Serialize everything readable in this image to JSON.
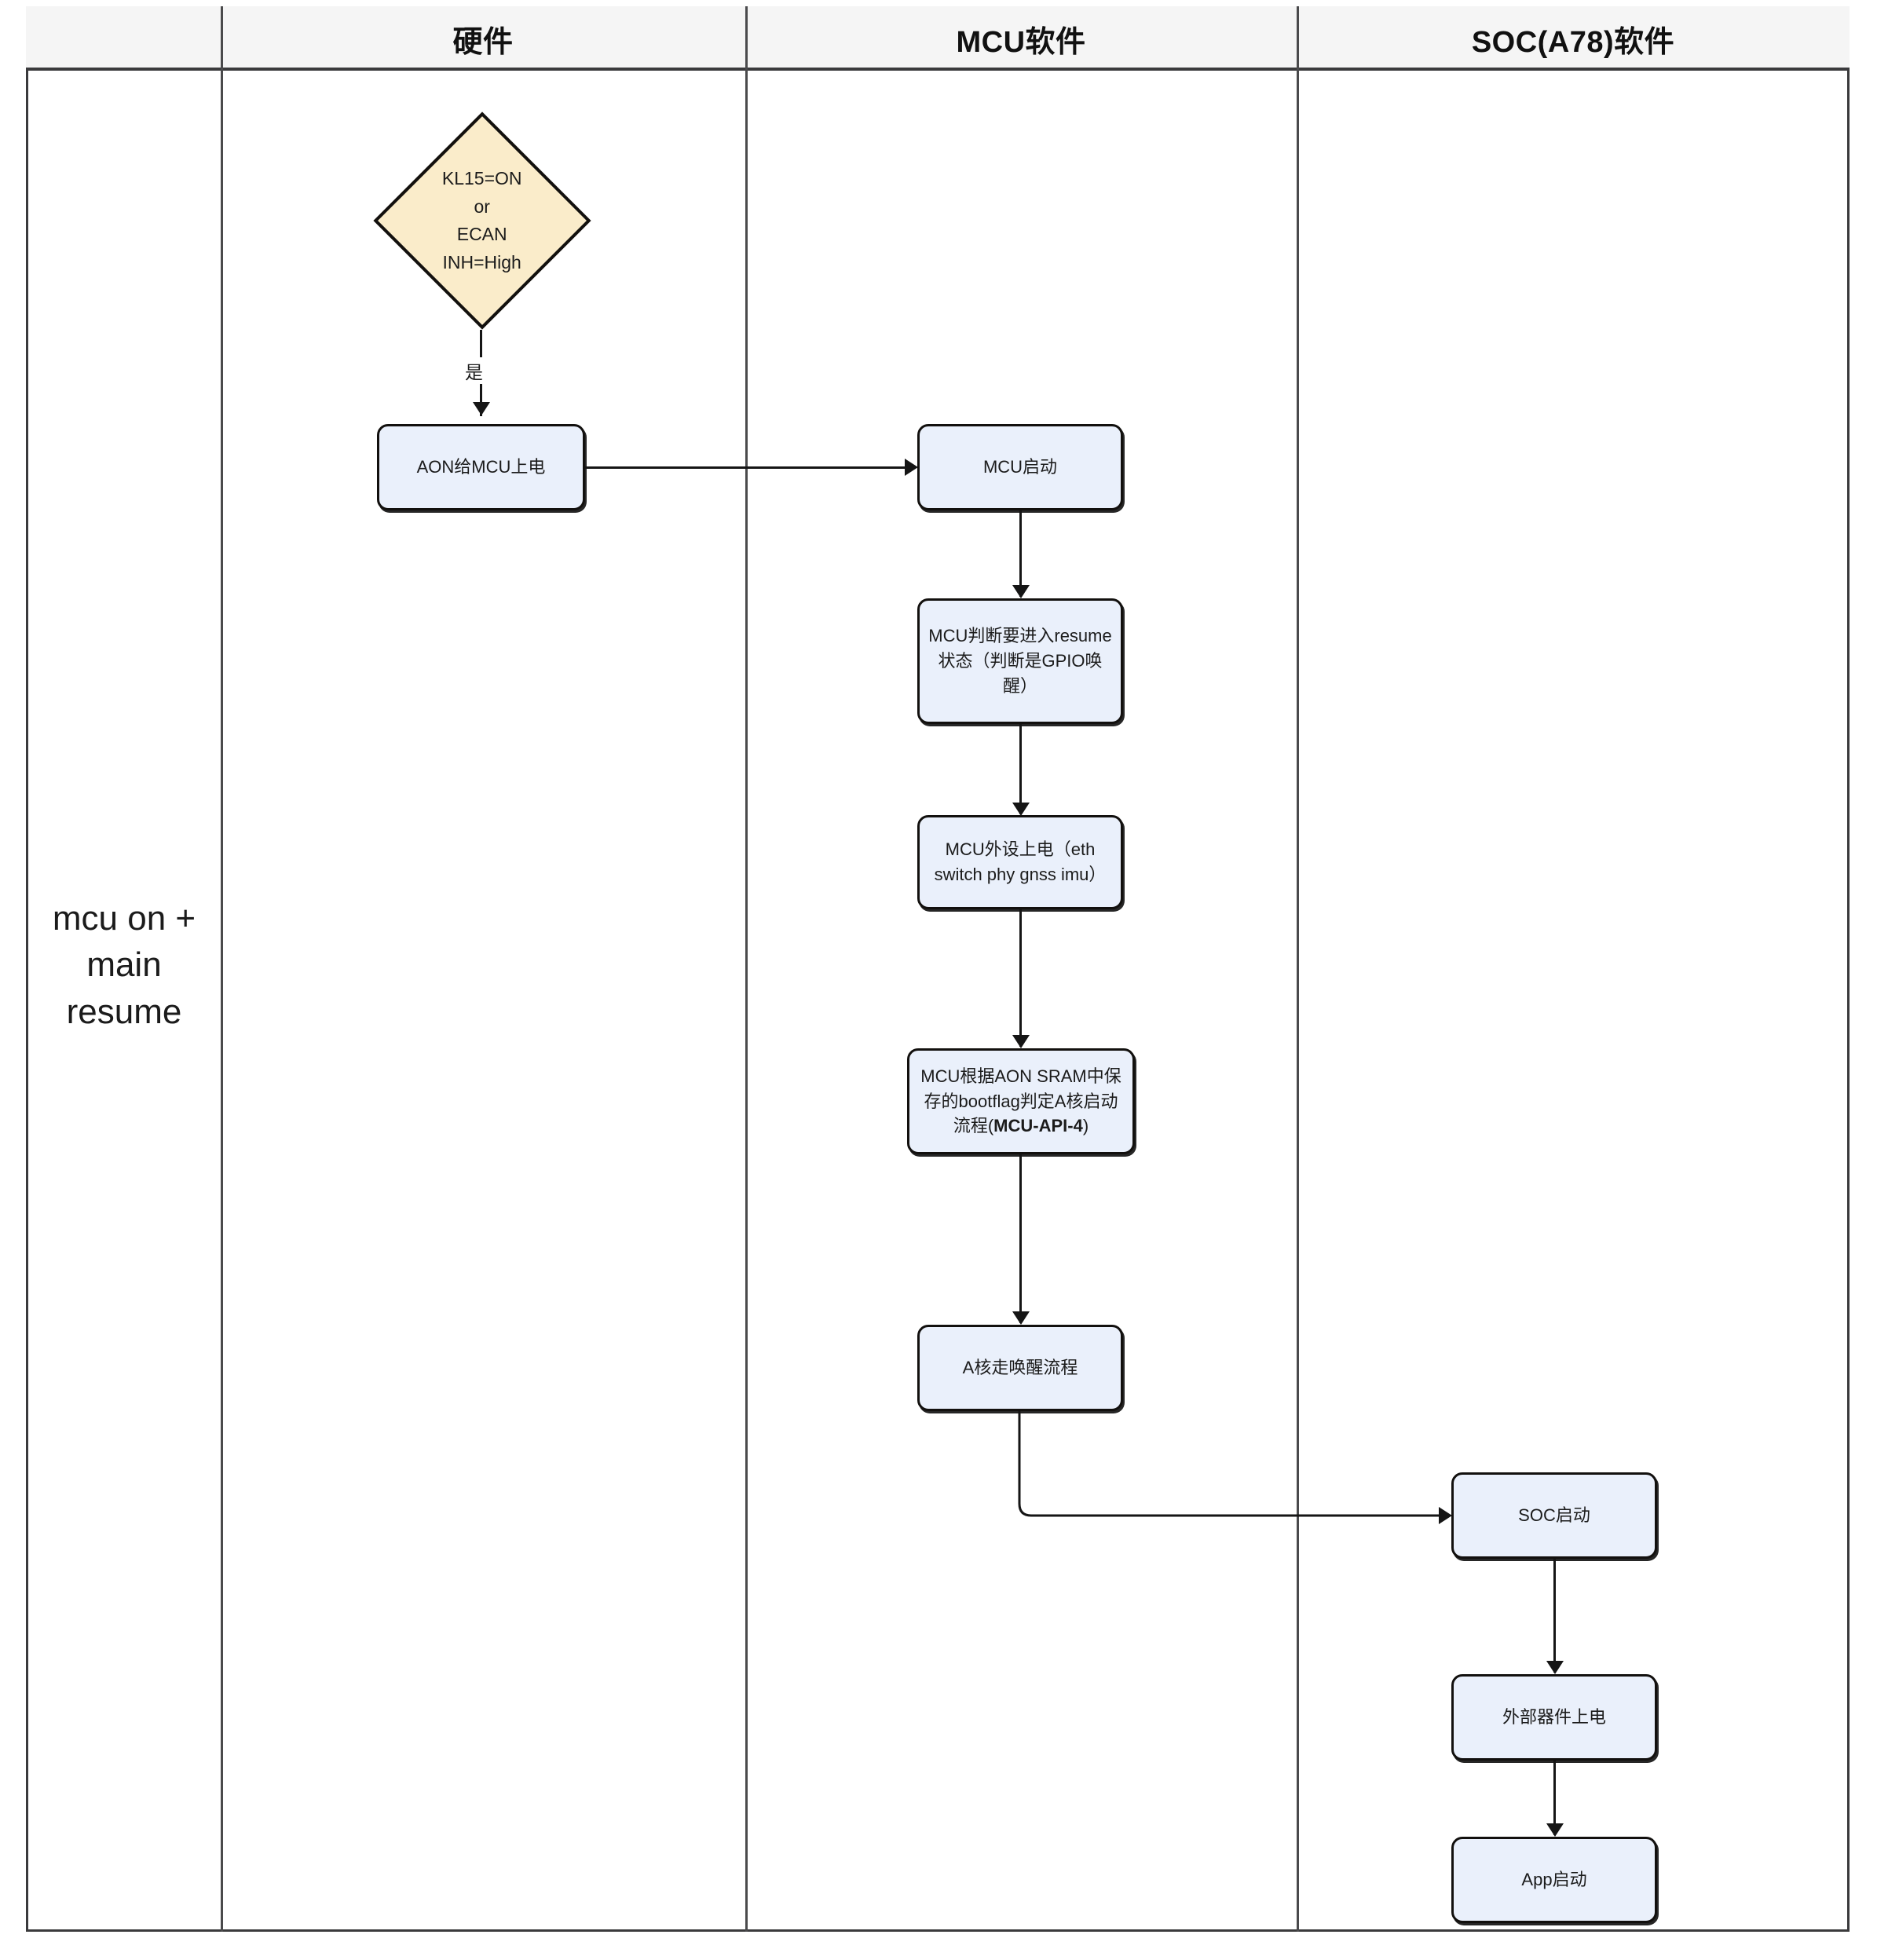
{
  "diagram": {
    "title_lane_label": "mcu on +\nmain\nresume",
    "columns": [
      {
        "id": "lane",
        "label": ""
      },
      {
        "id": "hardware",
        "label": "硬件"
      },
      {
        "id": "mcu_software",
        "label": "MCU软件"
      },
      {
        "id": "soc_software",
        "label": "SOC(A78)软件"
      }
    ],
    "colors": {
      "decision_fill": "#faecca",
      "process_fill": "#eaf0fb",
      "stroke": "#12100e",
      "header_fill": "#f5f5f5",
      "grid_line": "#4a4a4c"
    },
    "nodes": {
      "decision_power": {
        "type": "decision",
        "lane": "hardware",
        "lines": [
          "KL15=ON",
          "or",
          "ECAN",
          "INH=High"
        ]
      },
      "aon_power_mcu": {
        "type": "process",
        "lane": "hardware",
        "text": "AON给MCU上电"
      },
      "mcu_start": {
        "type": "process",
        "lane": "mcu_software",
        "text": "MCU启动"
      },
      "mcu_resume_decide": {
        "type": "process",
        "lane": "mcu_software",
        "text": "MCU判断要进入resume状态（判断是GPIO唤醒）"
      },
      "mcu_peripheral_power": {
        "type": "process",
        "lane": "mcu_software",
        "text": "MCU外设上电（eth switch phy gnss imu）"
      },
      "mcu_bootflag": {
        "type": "process",
        "lane": "mcu_software",
        "text_prefix": "MCU根据AON SRAM中保存的bootflag判定A核启动流程(",
        "text_bold": "MCU-API-4",
        "text_suffix": ")"
      },
      "a_core_wakeup": {
        "type": "process",
        "lane": "mcu_software",
        "text": "A核走唤醒流程"
      },
      "soc_start": {
        "type": "process",
        "lane": "soc_software",
        "text": "SOC启动"
      },
      "external_device_power": {
        "type": "process",
        "lane": "soc_software",
        "text": "外部器件上电"
      },
      "app_start": {
        "type": "process",
        "lane": "soc_software",
        "text": "App启动"
      }
    },
    "edges": [
      {
        "from": "decision_power",
        "to": "aon_power_mcu",
        "label": "是"
      },
      {
        "from": "aon_power_mcu",
        "to": "mcu_start",
        "label": ""
      },
      {
        "from": "mcu_start",
        "to": "mcu_resume_decide",
        "label": ""
      },
      {
        "from": "mcu_resume_decide",
        "to": "mcu_peripheral_power",
        "label": ""
      },
      {
        "from": "mcu_peripheral_power",
        "to": "mcu_bootflag",
        "label": ""
      },
      {
        "from": "mcu_bootflag",
        "to": "a_core_wakeup",
        "label": ""
      },
      {
        "from": "a_core_wakeup",
        "to": "soc_start",
        "label": ""
      },
      {
        "from": "soc_start",
        "to": "external_device_power",
        "label": ""
      },
      {
        "from": "external_device_power",
        "to": "app_start",
        "label": ""
      }
    ]
  }
}
